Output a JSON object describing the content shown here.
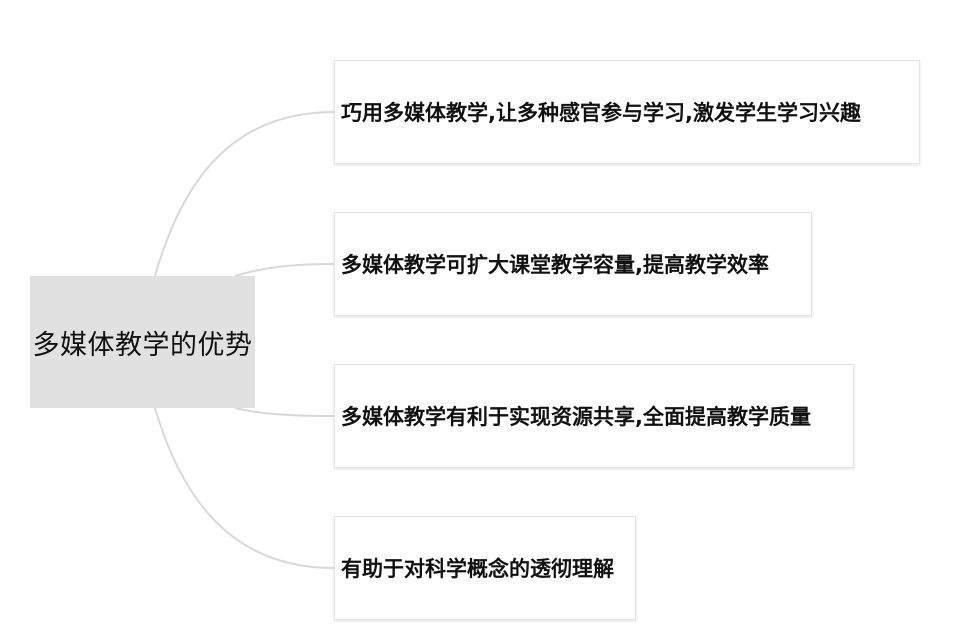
{
  "root": {
    "label": "多媒体教学的优势"
  },
  "branches": [
    {
      "label": "巧用多媒体教学,让多种感官参与学习,激发学生学习兴趣"
    },
    {
      "label": "多媒体教学可扩大课堂教学容量,提高教学效率"
    },
    {
      "label": "多媒体教学有利于实现资源共享,全面提高教学质量"
    },
    {
      "label": "有助于对科学概念的透彻理解"
    }
  ],
  "colors": {
    "root_fill": "#e1e1e1",
    "connector": "#d8d8d8",
    "node_border": "#e4e4e4",
    "text": "#111111"
  }
}
